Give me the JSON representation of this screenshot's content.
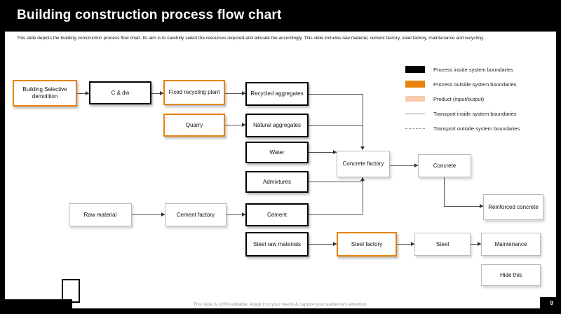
{
  "slide": {
    "title": "Building construction process flow chart",
    "subtitle": "This slide depicts the building construction process flow chart. Its aim is to carefully select the resources required and allocate the accordingly. This slide includes raw material, cement factory, steel factory,  maintenance and recycling.",
    "footer_note": "This slide is 100% editable. Adapt it to your needs & capture your audience's attention.",
    "page_number": "9"
  },
  "legend": {
    "items": [
      {
        "label": "Process inside system boundaries",
        "swatch": "black"
      },
      {
        "label": "Process outside system boundaries",
        "swatch": "orange"
      },
      {
        "label": "Product (input/output)",
        "swatch": "peach"
      },
      {
        "label": "Transport inside system boundaries",
        "swatch": "solid-line"
      },
      {
        "label": "Transport outside system boundaries",
        "swatch": "dashed-line"
      }
    ]
  },
  "colors": {
    "process_inside": "#000000",
    "process_outside": "#E8820C",
    "product": "#F8CBAD",
    "gray_border": "#B9B9B9"
  },
  "nodes": {
    "building": {
      "label": "Building Selective demolition",
      "type": "outside"
    },
    "cdw": {
      "label": "C & dw",
      "type": "inside"
    },
    "fixed_recycling": {
      "label": "Fixed recycling plant",
      "type": "outside"
    },
    "recycled_aggregates": {
      "label": "Recycled aggregates",
      "type": "inside"
    },
    "quarry": {
      "label": "Quarry",
      "type": "outside"
    },
    "natural_aggregates": {
      "label": "Natural aggregates",
      "type": "inside"
    },
    "water": {
      "label": "Water",
      "type": "inside"
    },
    "admixtures": {
      "label": "Admixtures",
      "type": "inside"
    },
    "concrete_factory": {
      "label": "Concrete factory",
      "type": "plain"
    },
    "concrete": {
      "label": "Concrete",
      "type": "plain"
    },
    "raw_material": {
      "label": "Raw material",
      "type": "plain"
    },
    "cement_factory": {
      "label": "Cement factory",
      "type": "plain"
    },
    "cement": {
      "label": "Cement",
      "type": "inside"
    },
    "reinforced_concrete": {
      "label": "Reinforced concrete",
      "type": "plain"
    },
    "steel_raw_materials": {
      "label": "Steel raw materials",
      "type": "inside"
    },
    "steel_factory": {
      "label": "Steel factory",
      "type": "outside"
    },
    "steel": {
      "label": "Steel",
      "type": "plain"
    },
    "maintenance": {
      "label": "Maintenance",
      "type": "plain"
    },
    "hide_this": {
      "label": "Hide this",
      "type": "plain"
    }
  },
  "edges": [
    [
      "building",
      "cdw"
    ],
    [
      "cdw",
      "fixed_recycling"
    ],
    [
      "fixed_recycling",
      "recycled_aggregates"
    ],
    [
      "quarry",
      "natural_aggregates"
    ],
    [
      "recycled_aggregates",
      "concrete_factory"
    ],
    [
      "natural_aggregates",
      "concrete_factory"
    ],
    [
      "water",
      "concrete_factory"
    ],
    [
      "admixtures",
      "concrete_factory"
    ],
    [
      "cement",
      "concrete_factory"
    ],
    [
      "concrete_factory",
      "concrete"
    ],
    [
      "concrete",
      "reinforced_concrete"
    ],
    [
      "raw_material",
      "cement_factory"
    ],
    [
      "cement_factory",
      "cement"
    ],
    [
      "steel_raw_materials",
      "steel_factory"
    ],
    [
      "steel_factory",
      "steel"
    ],
    [
      "steel",
      "maintenance"
    ]
  ]
}
